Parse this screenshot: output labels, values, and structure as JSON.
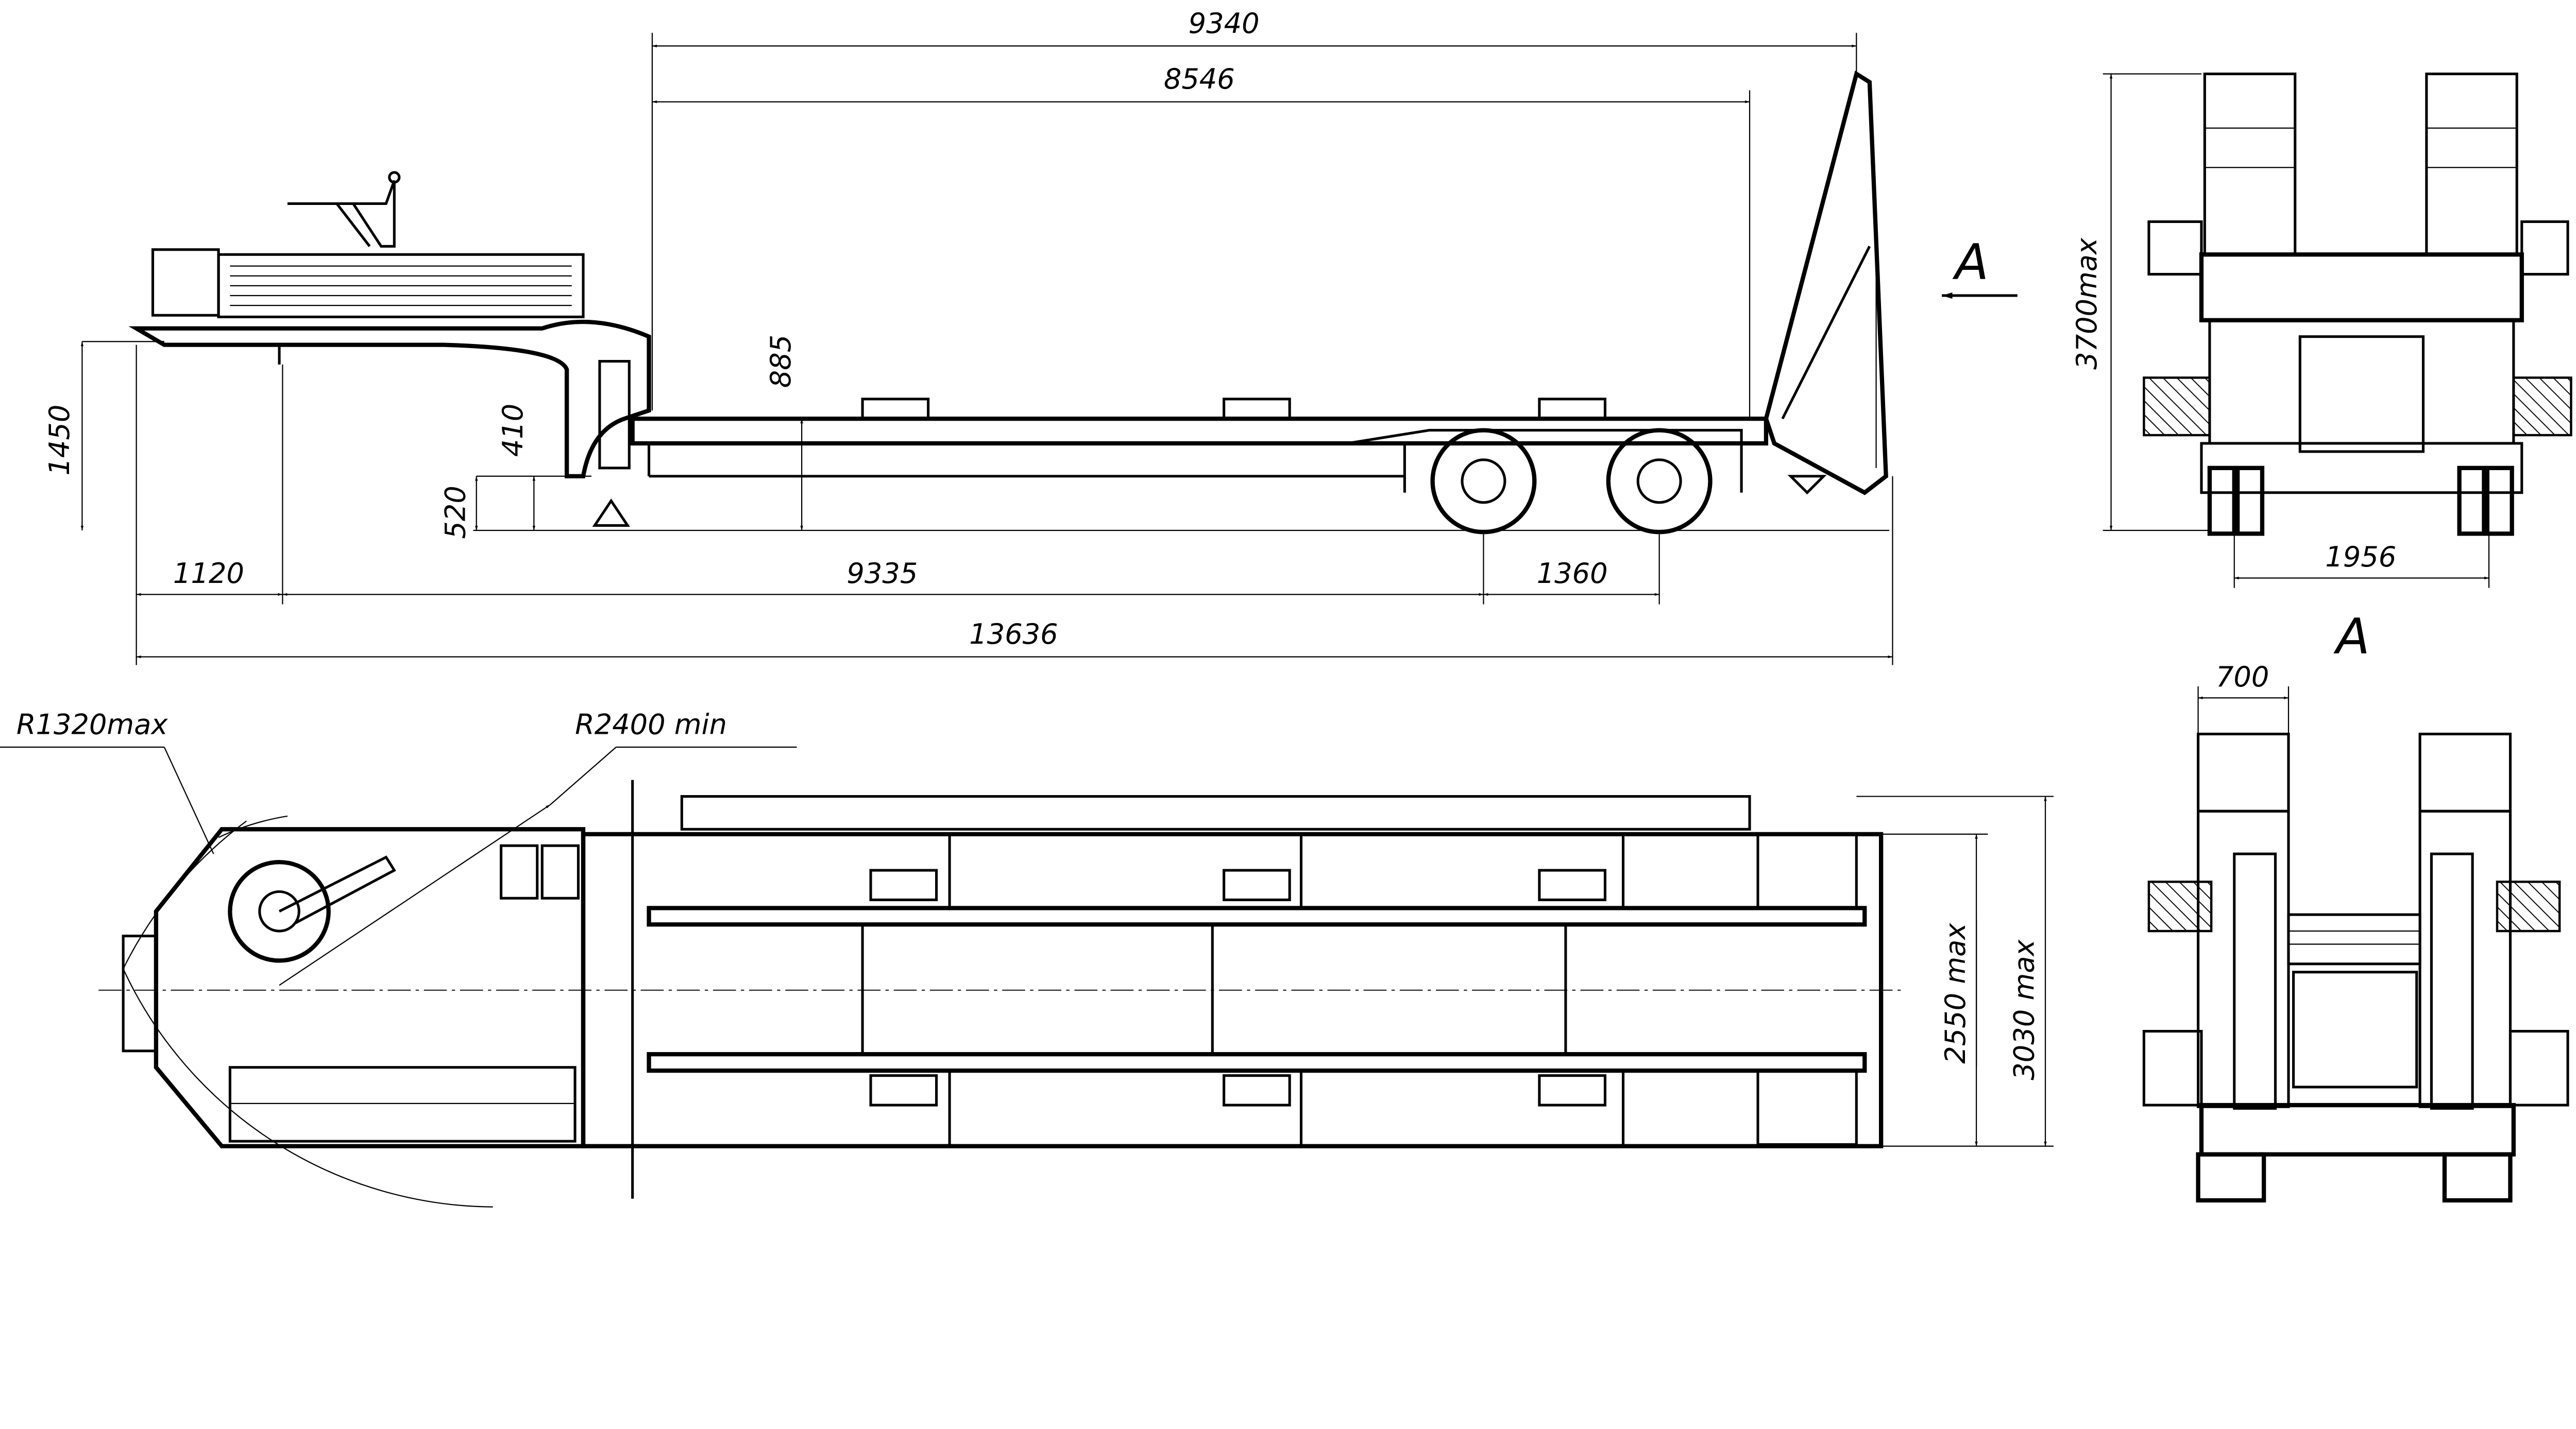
{
  "side_view": {
    "dim_overall_platform": "9340",
    "dim_platform": "8546",
    "dim_fifth_wheel_height": "1450",
    "dim_gooseneck_clearance": "410",
    "dim_deck_height": "885",
    "dim_support_height": "520",
    "dim_front_overhang": "1120",
    "dim_wheelbase": "9335",
    "dim_axle_spacing": "1360",
    "dim_total_length": "13636",
    "view_marker": "A"
  },
  "front_view": {
    "dim_height": "3700max",
    "dim_track": "1956"
  },
  "plan_view": {
    "dim_front_radius": "R1320max",
    "dim_turn_radius": "R2400 min",
    "dim_width": "2550 max",
    "dim_width_ramps": "3030 max"
  },
  "rear_view": {
    "title": "A",
    "dim_ramp_width": "700"
  }
}
